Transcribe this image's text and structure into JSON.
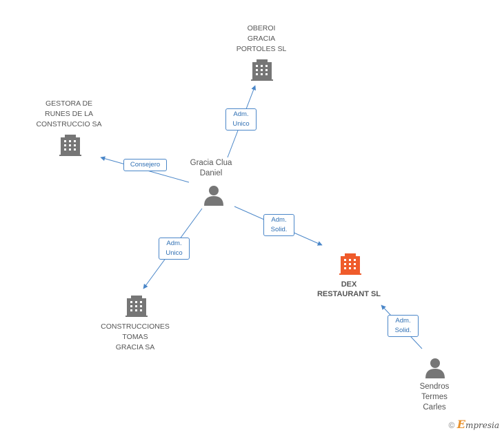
{
  "nodes": {
    "oberoi": "OBEROI\nGRACIA\nPORTOLES SL",
    "gestora": "GESTORA DE\nRUNES DE LA\nCONSTRUCCIO SA",
    "gracia": "Gracia Clua\nDaniel",
    "construcciones": "CONSTRUCCIONES\nTOMAS\nGRACIA SA",
    "dex": "DEX\nRESTAURANT SL",
    "sendros": "Sendros\nTermes\nCarles"
  },
  "edges": {
    "oberoi": "Adm.\nUnico",
    "gestora": "Consejero",
    "construcciones": "Adm.\nUnico",
    "dex": "Adm.\nSolid.",
    "sendros": "Adm.\nSolid."
  },
  "colors": {
    "company": "#767676",
    "highlight": "#ef5b2b",
    "person": "#767676",
    "edge": "#4a86c8"
  },
  "footer": {
    "copyright": "©",
    "brand_initial": "E",
    "brand_rest": "mpresia"
  }
}
